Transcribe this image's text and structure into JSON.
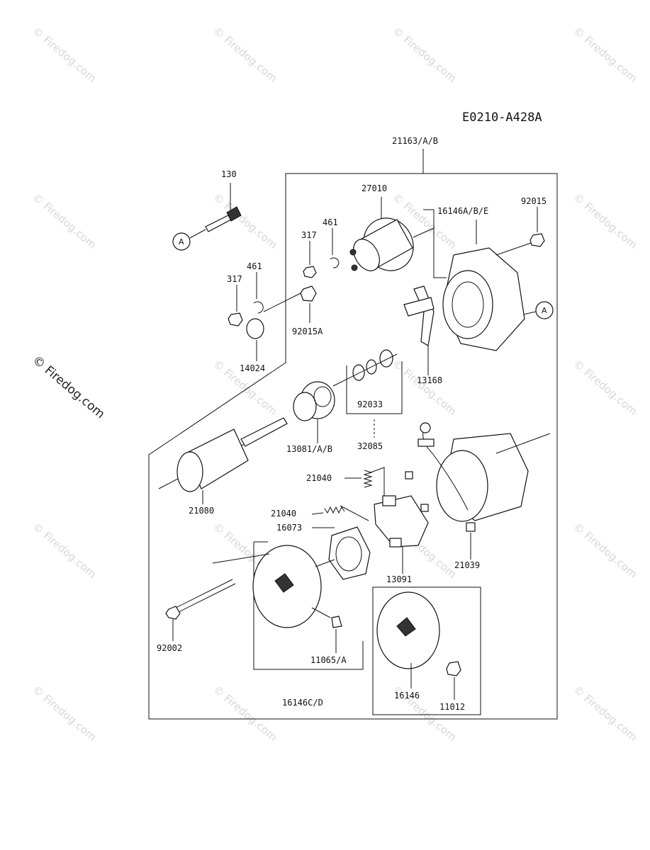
{
  "diagram": {
    "code": "E0210-A428A",
    "ref_marker": "A",
    "watermark": "© Firedog.com",
    "parts": [
      {
        "id": "p21163",
        "label": "21163/A/B"
      },
      {
        "id": "p130",
        "label": "130"
      },
      {
        "id": "p27010",
        "label": "27010"
      },
      {
        "id": "p461a",
        "label": "461"
      },
      {
        "id": "p317a",
        "label": "317"
      },
      {
        "id": "p16146abe",
        "label": "16146A/B/E"
      },
      {
        "id": "p92015",
        "label": "92015"
      },
      {
        "id": "p461b",
        "label": "461"
      },
      {
        "id": "p317b",
        "label": "317"
      },
      {
        "id": "p92015a",
        "label": "92015A"
      },
      {
        "id": "p14024",
        "label": "14024"
      },
      {
        "id": "p13168",
        "label": "13168"
      },
      {
        "id": "p92033",
        "label": "92033"
      },
      {
        "id": "p13081",
        "label": "13081/A/B"
      },
      {
        "id": "p32085",
        "label": "32085"
      },
      {
        "id": "p21040a",
        "label": "21040"
      },
      {
        "id": "p21080",
        "label": "21080"
      },
      {
        "id": "p21040b",
        "label": "21040"
      },
      {
        "id": "p16073",
        "label": "16073"
      },
      {
        "id": "p21039",
        "label": "21039"
      },
      {
        "id": "p13091",
        "label": "13091"
      },
      {
        "id": "p92002",
        "label": "92002"
      },
      {
        "id": "p11065",
        "label": "11065/A"
      },
      {
        "id": "p16146",
        "label": "16146"
      },
      {
        "id": "p11012",
        "label": "11012"
      },
      {
        "id": "p16146cd",
        "label": "16146C/D"
      }
    ]
  }
}
